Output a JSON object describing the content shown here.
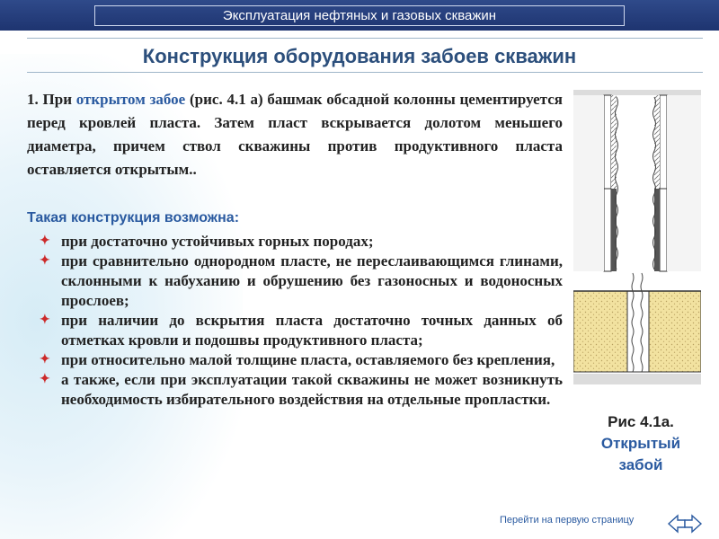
{
  "header": {
    "title": "Эксплуатация нефтяных и газовых скважин"
  },
  "slide": {
    "title": "Конструкция оборудования забоев скважин"
  },
  "intro": {
    "lead": "1. При ",
    "highlight": "открытом забое",
    "rest": " (рис. 4.1 а) башмак обсадной колонны цементируется перед кровлей пласта. Затем пласт вскрывается долотом меньшего диаметра, причем ствол скважины против продуктивного пласта оставляется открытым.."
  },
  "conditions": {
    "heading": "Такая конструкция возможна:",
    "items": [
      "при достаточно устойчивых горных породах;",
      "при сравнительно однородном пласте, не переслаивающимся глинами, склонными к набуханию и обрушению без газоносных и водоносных прослоев;",
      "при наличии до вскрытия пласта достаточно точных данных об отметках кровли и подошвы продуктивного пласта;",
      "при относительно малой толщине пласта, оставляемого без крепления,",
      "а также, если при эксплуатации такой скважины не может возникнуть необходимость избирательного воздействия на отдельные пропластки."
    ]
  },
  "figure": {
    "number": "Рис 4.1а.",
    "caption": "Открытый забой"
  },
  "navigation": {
    "first_page_link": "Перейти на первую страницу"
  },
  "colors": {
    "header_bg": "#1e3470",
    "title": "#2c4f7c",
    "accent_text": "#2a5aa0",
    "bullet_marker": "#cc2a2a",
    "formation_fill": "#f2e2a0"
  },
  "icons": {
    "bullet": "red-star-bullet-icon",
    "nav": "double-arrow-nav-icon"
  }
}
